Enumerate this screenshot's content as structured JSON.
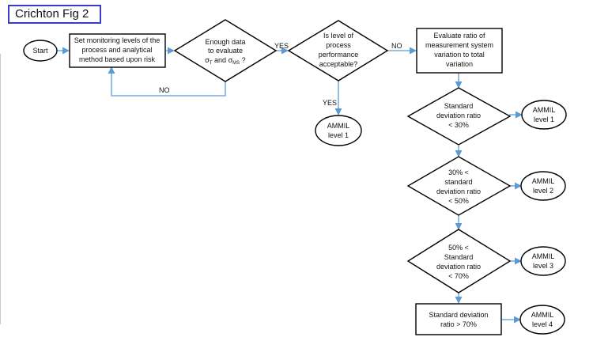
{
  "figure_label": "Crichton Fig 2",
  "nodes": {
    "start": {
      "lines": [
        "Start"
      ]
    },
    "set_levels": {
      "lines": [
        "Set monitoring levels of the",
        "process and analytical",
        "method based upon risk"
      ]
    },
    "enough_data": {
      "lines": [
        "Enough data",
        "to evaluate"
      ],
      "sym_sigma": "σ",
      "sub_t": "T",
      "sub_ms": "MS",
      "and_text": "and",
      "question": "?"
    },
    "acceptable": {
      "lines": [
        "Is level of",
        "process",
        "performance",
        "acceptable?"
      ]
    },
    "evaluate_ratio": {
      "lines": [
        "Evaluate ratio of",
        "measurement system",
        "variation to total",
        "variation"
      ]
    },
    "ammil_level1_top": {
      "lines": [
        "AMMIL",
        "level 1"
      ]
    },
    "decision_lt30": {
      "lines": [
        "Standard",
        "deviation ratio",
        "< 30%"
      ]
    },
    "decision_30_50": {
      "lines": [
        "30% <",
        "standard",
        "deviation ratio",
        "< 50%"
      ]
    },
    "decision_50_70": {
      "lines": [
        "50% <",
        "Standard",
        "deviation ratio",
        "< 70%"
      ]
    },
    "ratio_gt70": {
      "lines": [
        "Standard deviation",
        "ratio > 70%"
      ]
    },
    "ammil_level1": {
      "lines": [
        "AMMIL",
        "level 1"
      ]
    },
    "ammil_level2": {
      "lines": [
        "AMMIL",
        "level 2"
      ]
    },
    "ammil_level3": {
      "lines": [
        "AMMIL",
        "level 3"
      ]
    },
    "ammil_level4": {
      "lines": [
        "AMMIL",
        "level 4"
      ]
    }
  },
  "edge_labels": {
    "yes_1": "YES",
    "no_1": "NO",
    "no_loop": "NO",
    "yes_2": "YES"
  },
  "colors": {
    "connector": "#5b9bd5",
    "node_border": "#000000",
    "label_box_border": "#3a3acb"
  }
}
